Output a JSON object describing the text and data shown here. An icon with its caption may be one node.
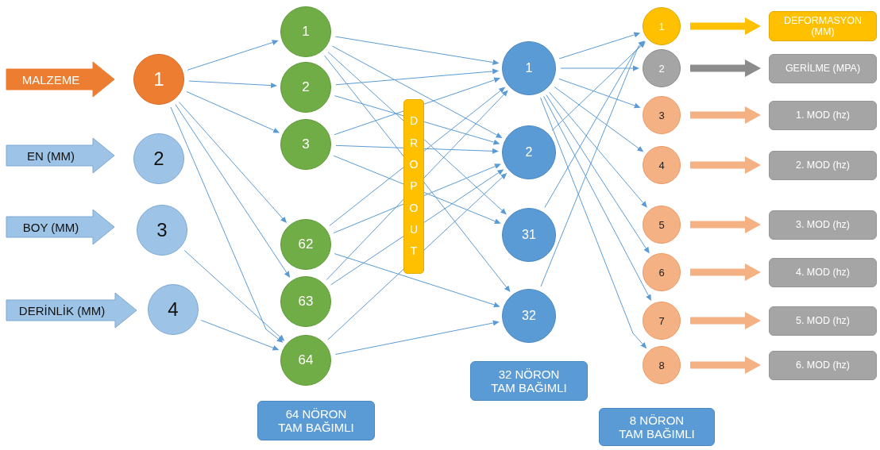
{
  "diagram": {
    "nodes": [
      {
        "text": [
          "MALZEME"
        ]
      },
      {
        "text": [
          "EN (MM)"
        ]
      },
      {
        "text": [
          "BOY (MM)"
        ]
      },
      {
        "text": [
          "DERİNLİK (MM)"
        ]
      },
      {
        "text": [
          "1"
        ]
      },
      {
        "text": [
          "2"
        ]
      },
      {
        "text": [
          "3"
        ]
      },
      {
        "text": [
          "4"
        ]
      },
      {
        "text": [
          "1"
        ]
      },
      {
        "text": [
          "2"
        ]
      },
      {
        "text": [
          "3"
        ]
      },
      {
        "text": [
          "62"
        ]
      },
      {
        "text": [
          "63"
        ]
      },
      {
        "text": [
          "64"
        ]
      },
      {
        "text": [
          "1"
        ]
      },
      {
        "text": [
          "2"
        ]
      },
      {
        "text": [
          "31"
        ]
      },
      {
        "text": [
          "32"
        ]
      },
      {
        "text": [
          "1"
        ]
      },
      {
        "text": [
          "2"
        ]
      },
      {
        "text": [
          "3"
        ]
      },
      {
        "text": [
          "4"
        ]
      },
      {
        "text": [
          "5"
        ]
      },
      {
        "text": [
          "6"
        ]
      },
      {
        "text": [
          "7"
        ]
      },
      {
        "text": [
          "8"
        ]
      },
      {
        "text": [
          "DEFORMASYON (MM)"
        ]
      },
      {
        "text": [
          "GERİLME (MPA)"
        ]
      },
      {
        "text": [
          "1. MOD (hz)"
        ]
      },
      {
        "text": [
          "2. MOD (hz)"
        ]
      },
      {
        "text": [
          "3. MOD (hz)"
        ]
      },
      {
        "text": [
          "4. MOD (hz)"
        ]
      },
      {
        "text": [
          "5. MOD (hz)"
        ]
      },
      {
        "text": [
          "6. MOD (hz)"
        ]
      },
      {
        "text": [
          "64 NÖRON TAM BAĞIMLI"
        ]
      },
      {
        "text": [
          "32 NÖRON TAM BAĞIMLI"
        ]
      },
      {
        "text": [
          "8 NÖRON TAM BAĞIMLI"
        ]
      }
    ],
    "edges": [
      {
        "from": 4,
        "to": 8,
        "arrow": "to"
      },
      {
        "from": 4,
        "to": 9,
        "arrow": "to"
      },
      {
        "from": 4,
        "to": 10,
        "arrow": "to"
      },
      {
        "from": 4,
        "to": 11,
        "arrow": "to"
      },
      {
        "from": 4,
        "to": 12,
        "arrow": "to"
      },
      {
        "from": 4,
        "to": 13,
        "arrow": "to"
      },
      {
        "from": 6,
        "to": 13,
        "arrow": "to"
      },
      {
        "from": 7,
        "to": 13,
        "arrow": "to"
      },
      {
        "from": 8,
        "to": 14,
        "arrow": "to"
      },
      {
        "from": 8,
        "to": 15,
        "arrow": "to"
      },
      {
        "from": 8,
        "to": 16,
        "arrow": "to"
      },
      {
        "from": 8,
        "to": 17,
        "arrow": "to"
      },
      {
        "from": 9,
        "to": 14,
        "arrow": "to"
      },
      {
        "from": 9,
        "to": 15,
        "arrow": "to"
      },
      {
        "from": 10,
        "to": 14,
        "arrow": "to"
      },
      {
        "from": 10,
        "to": 15,
        "arrow": "to"
      },
      {
        "from": 10,
        "to": 16,
        "arrow": "to"
      },
      {
        "from": 11,
        "to": 14,
        "arrow": "to"
      },
      {
        "from": 11,
        "to": 15,
        "arrow": "to"
      },
      {
        "from": 11,
        "to": 17,
        "arrow": "to"
      },
      {
        "from": 12,
        "to": 14,
        "arrow": "to"
      },
      {
        "from": 12,
        "to": 15,
        "arrow": "to"
      },
      {
        "from": 13,
        "to": 15,
        "arrow": "to"
      },
      {
        "from": 13,
        "to": 17,
        "arrow": "to"
      },
      {
        "from": 14,
        "to": 18,
        "arrow": "to"
      },
      {
        "from": 14,
        "to": 19,
        "arrow": "to"
      },
      {
        "from": 14,
        "to": 20,
        "arrow": "to"
      },
      {
        "from": 14,
        "to": 21,
        "arrow": "to"
      },
      {
        "from": 14,
        "to": 22,
        "arrow": "to"
      },
      {
        "from": 14,
        "to": 23,
        "arrow": "to"
      },
      {
        "from": 14,
        "to": 24,
        "arrow": "to"
      },
      {
        "from": 14,
        "to": 25,
        "arrow": "to"
      },
      {
        "from": 15,
        "to": 18,
        "arrow": "to"
      },
      {
        "from": 16,
        "to": 18,
        "arrow": "to"
      },
      {
        "from": 17,
        "to": 18,
        "arrow": "to"
      },
      {
        "from": 18,
        "to": 26,
        "arrow": "to",
        "style": "thick",
        "color": "#ffc000"
      },
      {
        "from": 19,
        "to": 27,
        "arrow": "to",
        "style": "thick",
        "color": "#8c8c8c"
      },
      {
        "from": 20,
        "to": 28,
        "arrow": "to",
        "style": "thick",
        "color": "#f4b183"
      },
      {
        "from": 21,
        "to": 29,
        "arrow": "to",
        "style": "thick",
        "color": "#f4b183"
      },
      {
        "from": 22,
        "to": 30,
        "arrow": "to",
        "style": "thick",
        "color": "#f4b183"
      },
      {
        "from": 23,
        "to": 31,
        "arrow": "to",
        "style": "thick",
        "color": "#f4b183"
      },
      {
        "from": 24,
        "to": 32,
        "arrow": "to",
        "style": "thick",
        "color": "#f4b183"
      },
      {
        "from": 25,
        "to": 33,
        "arrow": "to",
        "style": "thick",
        "color": "#f4b183"
      }
    ],
    "labels": [
      "DROPOUT"
    ]
  }
}
